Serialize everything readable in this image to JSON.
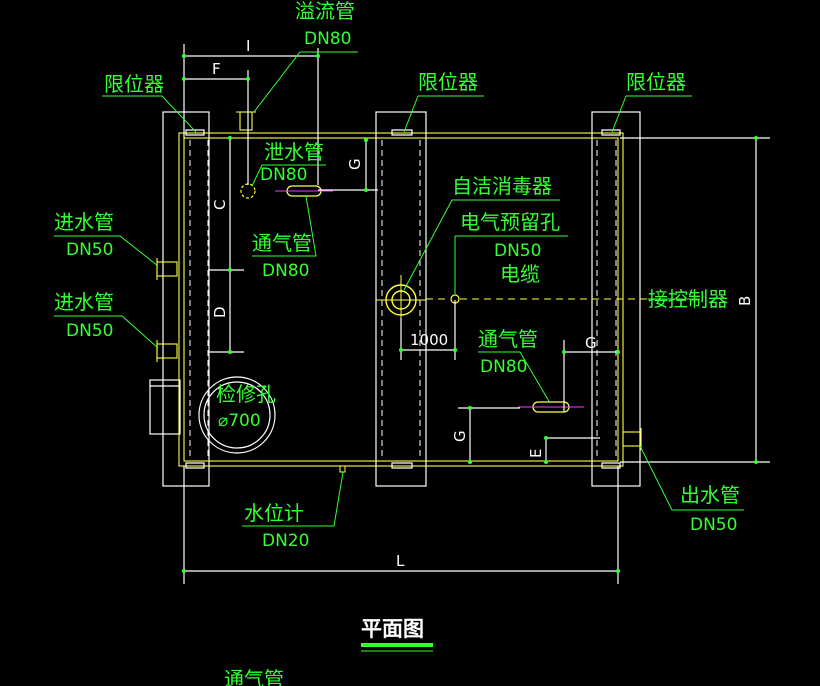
{
  "labels": {
    "overflow_pipe": "溢流管",
    "overflow_dn": "DN80",
    "limiter_1": "限位器",
    "limiter_2": "限位器",
    "limiter_3": "限位器",
    "drain_pipe": "泄水管",
    "drain_dn": "DN80",
    "self_clean": "自洁消毒器",
    "elec_hole": "电气预留孔",
    "elec_dn": "DN50",
    "cable": "电缆",
    "controller": "接控制器",
    "inlet_1": "进水管",
    "inlet_1_dn": "DN50",
    "inlet_2": "进水管",
    "inlet_2_dn": "DN50",
    "vent_1": "通气管",
    "vent_1_dn": "DN80",
    "vent_2": "通气管",
    "vent_2_dn": "DN80",
    "manhole": "检修孔",
    "manhole_dia": "⌀700",
    "level_gauge": "水位计",
    "level_dn": "DN20",
    "outlet": "出水管",
    "outlet_dn": "DN50",
    "bottom_vent": "通气管"
  },
  "dimensions": {
    "I": "I",
    "F": "F",
    "G_top": "G",
    "C": "C",
    "D": "D",
    "B": "B",
    "L": "L",
    "G_right": "G",
    "G_bottom": "G",
    "E": "E",
    "d1000": "1000"
  },
  "title": "平面图",
  "colors": {
    "background": "#000000",
    "outline": "#ffffff",
    "tank": "#ffff44",
    "annotation": "#33ff33",
    "vent_mark": "#ff33ff"
  }
}
